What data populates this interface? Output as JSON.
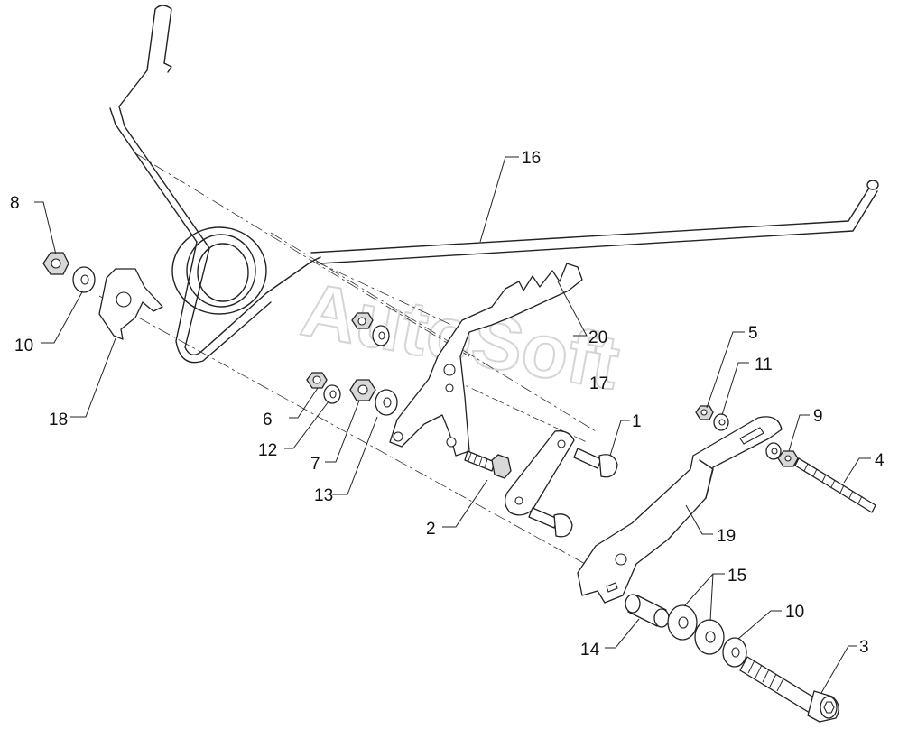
{
  "watermark": "AutoSoft",
  "callouts": [
    {
      "id": "c1",
      "label": "1"
    },
    {
      "id": "c2",
      "label": "2"
    },
    {
      "id": "c3",
      "label": "3"
    },
    {
      "id": "c4",
      "label": "4"
    },
    {
      "id": "c5",
      "label": "5"
    },
    {
      "id": "c6",
      "label": "6"
    },
    {
      "id": "c7",
      "label": "7"
    },
    {
      "id": "c8",
      "label": "8"
    },
    {
      "id": "c9",
      "label": "9"
    },
    {
      "id": "c10a",
      "label": "10"
    },
    {
      "id": "c10b",
      "label": "10"
    },
    {
      "id": "c11",
      "label": "11"
    },
    {
      "id": "c12",
      "label": "12"
    },
    {
      "id": "c13",
      "label": "13"
    },
    {
      "id": "c14",
      "label": "14"
    },
    {
      "id": "c15",
      "label": "15"
    },
    {
      "id": "c16",
      "label": "16"
    },
    {
      "id": "c17",
      "label": "17"
    },
    {
      "id": "c18",
      "label": "18"
    },
    {
      "id": "c19",
      "label": "19"
    },
    {
      "id": "c20",
      "label": "20"
    }
  ],
  "colors": {
    "line": "#222222",
    "background": "#ffffff",
    "watermark": "#c8c8c8"
  }
}
